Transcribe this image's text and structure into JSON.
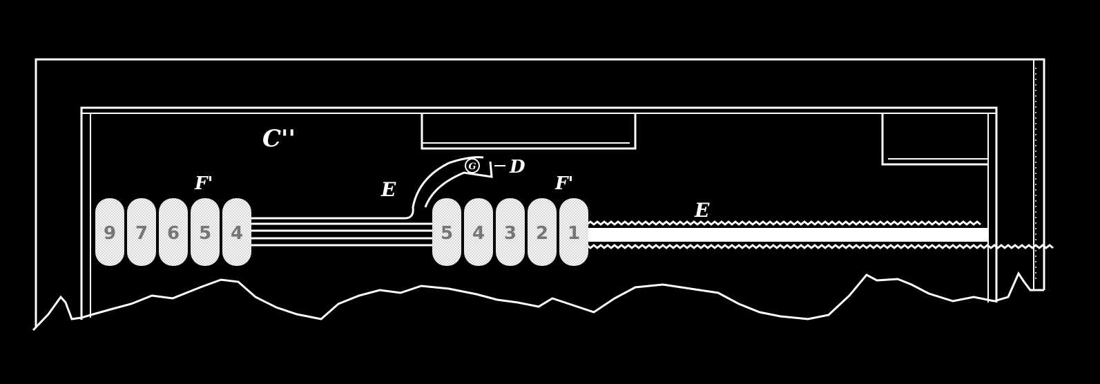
{
  "diagram": {
    "labels": {
      "c": "C''",
      "f_left": "F'",
      "f_right": "F'",
      "e_lower": "E",
      "e_upper": "E",
      "d": "D",
      "g": "G"
    },
    "wheels_left": [
      "9",
      "7",
      "6",
      "5",
      "4"
    ],
    "wheels_right": [
      "5",
      "4",
      "3",
      "2",
      "1"
    ],
    "colors": {
      "background": "#000000",
      "ink": "#ffffff"
    }
  }
}
